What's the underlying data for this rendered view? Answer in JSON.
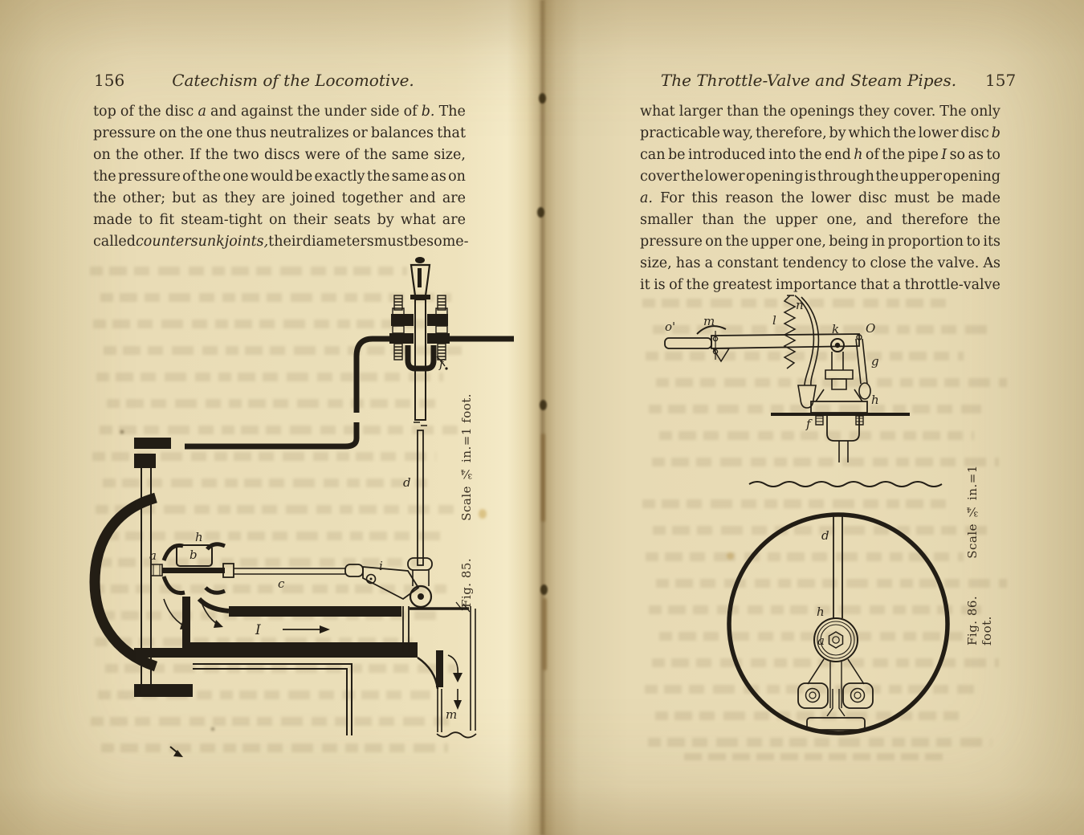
{
  "left_page": {
    "page_number": "156",
    "header_title": "Catechism of the Locomotive.",
    "lines": [
      [
        [
          "top of the disc "
        ],
        [
          "a",
          1
        ],
        [
          " and against the under side of "
        ],
        [
          "b.",
          1
        ],
        [
          " The"
        ]
      ],
      [
        [
          "pressure on the one thus neutralizes or balances that"
        ]
      ],
      [
        [
          "on the other. If the two discs were of the same size,"
        ]
      ],
      [
        [
          "the pressure of the one would be exactly the same as on"
        ]
      ],
      [
        [
          "the other; but as they are joined together and are"
        ]
      ],
      [
        [
          "made to fit steam-tight on their seats by what are"
        ]
      ],
      [
        [
          "called "
        ],
        [
          "countersunk joints,",
          1
        ],
        [
          " their diameters must be some-"
        ]
      ]
    ],
    "figure": {
      "caption_fig": "Fig. 85.",
      "caption_scale": "Scale ¾ in.=1 foot.",
      "labels": {
        "f": "f",
        "d": "d",
        "a": "a",
        "b": "b",
        "h": "h",
        "c": "c",
        "i": "i",
        "I": "I",
        "m": "m"
      }
    }
  },
  "right_page": {
    "page_number": "157",
    "header_title": "The Throttle-Valve and Steam Pipes.",
    "lines": [
      [
        [
          "what larger than the openings they cover. The only"
        ]
      ],
      [
        [
          "practicable way, therefore, by which the lower disc "
        ],
        [
          "b",
          1
        ]
      ],
      [
        [
          "can be introduced into the end "
        ],
        [
          "h",
          1
        ],
        [
          " of the pipe "
        ],
        [
          "I",
          1
        ],
        [
          " so as to"
        ]
      ],
      [
        [
          "cover the lower opening is through the upper opening"
        ]
      ],
      [
        [
          "a.",
          1
        ],
        [
          " For this reason the lower disc must be made"
        ]
      ],
      [
        [
          "smaller than the upper one, and therefore the"
        ]
      ],
      [
        [
          "pressure on the upper one, being in proportion to its"
        ]
      ],
      [
        [
          "size, has a constant tendency to close the valve. As"
        ]
      ],
      [
        [
          "it is of the greatest importance that a throttle-valve"
        ]
      ]
    ],
    "figure": {
      "caption_fig": "Fig. 86.",
      "caption_scale": "Scale ¾ in.=1 foot.",
      "labels": {
        "o_prime": "o'",
        "m": "m",
        "l": "l",
        "n": "n",
        "k": "k",
        "O": "O",
        "g": "g",
        "h": "h",
        "f": "f",
        "d": "d",
        "h2": "h",
        "a": "a"
      }
    }
  }
}
